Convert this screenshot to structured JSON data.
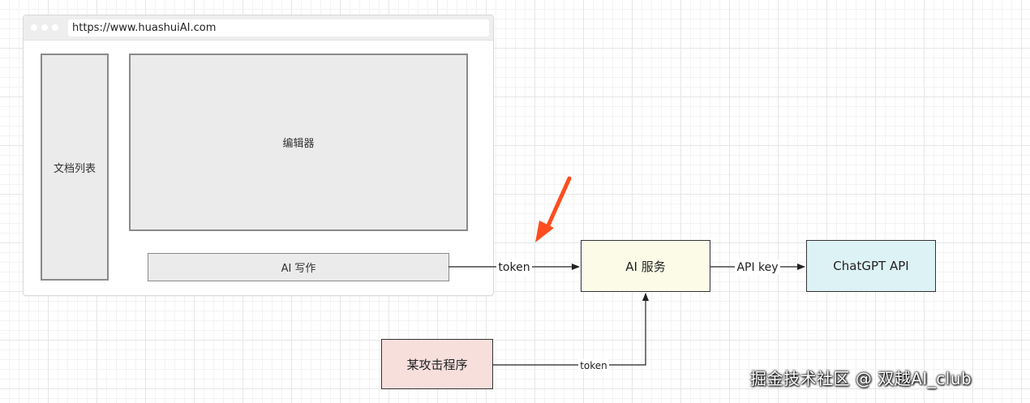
{
  "browser": {
    "url": "https://www.huashuiAI.com",
    "doc_list_label": "文档列表",
    "editor_label": "编辑器",
    "ai_write_label": "AI 写作"
  },
  "nodes": {
    "ai_service": {
      "label": "AI 服务",
      "color": "#fbfbe8"
    },
    "chatgpt_api": {
      "label": "ChatGPT API",
      "color": "#ddf2f5"
    },
    "attacker": {
      "label": "某攻击程序",
      "color": "#f7dfdc"
    }
  },
  "edges": {
    "write_to_service": "token",
    "service_to_api": "API key",
    "attacker_to_service": "token"
  },
  "annotation": {
    "arrow_color": "#ff4d1f",
    "arrow_icon": "callout-arrow-icon"
  },
  "watermark": "掘金技术社区 @ 双越AI_club"
}
